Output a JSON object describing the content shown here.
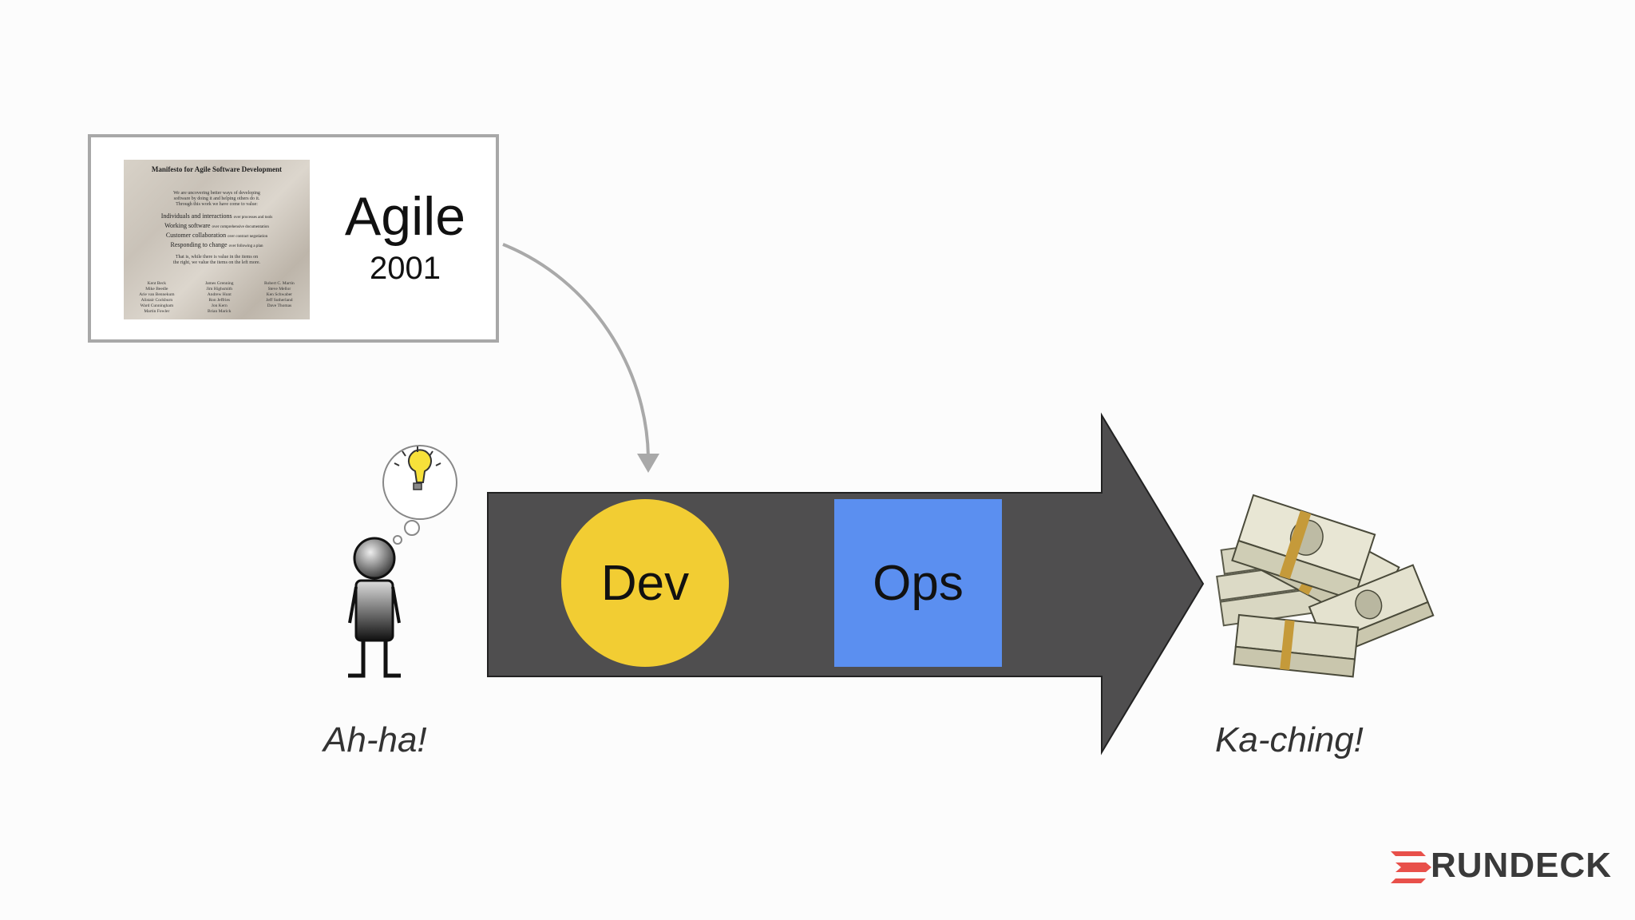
{
  "agile": {
    "title": "Agile",
    "year": "2001",
    "manifesto": {
      "heading": "Manifesto for Agile Software Development",
      "intro": [
        "We are uncovering better ways of developing",
        "software by doing it and helping others do it.",
        "Through this work we have come to value:"
      ],
      "values": [
        {
          "left": "Individuals and interactions",
          "right": "over processes and tools"
        },
        {
          "left": "Working software",
          "right": "over comprehensive documentation"
        },
        {
          "left": "Customer collaboration",
          "right": "over contract negotiation"
        },
        {
          "left": "Responding to change",
          "right": "over following a plan"
        }
      ],
      "closing": [
        "That is, while there is value in the items on",
        "the right, we value the items on the left more."
      ],
      "signatories": [
        [
          "Kent Beck",
          "Mike Beedle",
          "Arie van Bennekum",
          "Alistair Cockburn",
          "Ward Cunningham",
          "Martin Fowler"
        ],
        [
          "James Grenning",
          "Jim Highsmith",
          "Andrew Hunt",
          "Ron Jeffries",
          "Jon Kern",
          "Brian Marick"
        ],
        [
          "Robert C. Martin",
          "Steve Mellor",
          "Ken Schwaber",
          "Jeff Sutherland",
          "Dave Thomas"
        ]
      ]
    }
  },
  "pipeline": {
    "dev_label": "Dev",
    "ops_label": "Ops"
  },
  "captions": {
    "left": "Ah-ha!",
    "right": "Ka-ching!"
  },
  "logo": {
    "text": "RUNDECK"
  },
  "colors": {
    "arrow": "#4f4e4f",
    "dev": "#f2cd33",
    "ops": "#5b8ff0",
    "logo_accent": "#e8504a",
    "connector": "#a9a9a9"
  },
  "icons": [
    "stick-figure-icon",
    "lightbulb-icon",
    "money-stack-icon",
    "curved-arrow-icon"
  ]
}
